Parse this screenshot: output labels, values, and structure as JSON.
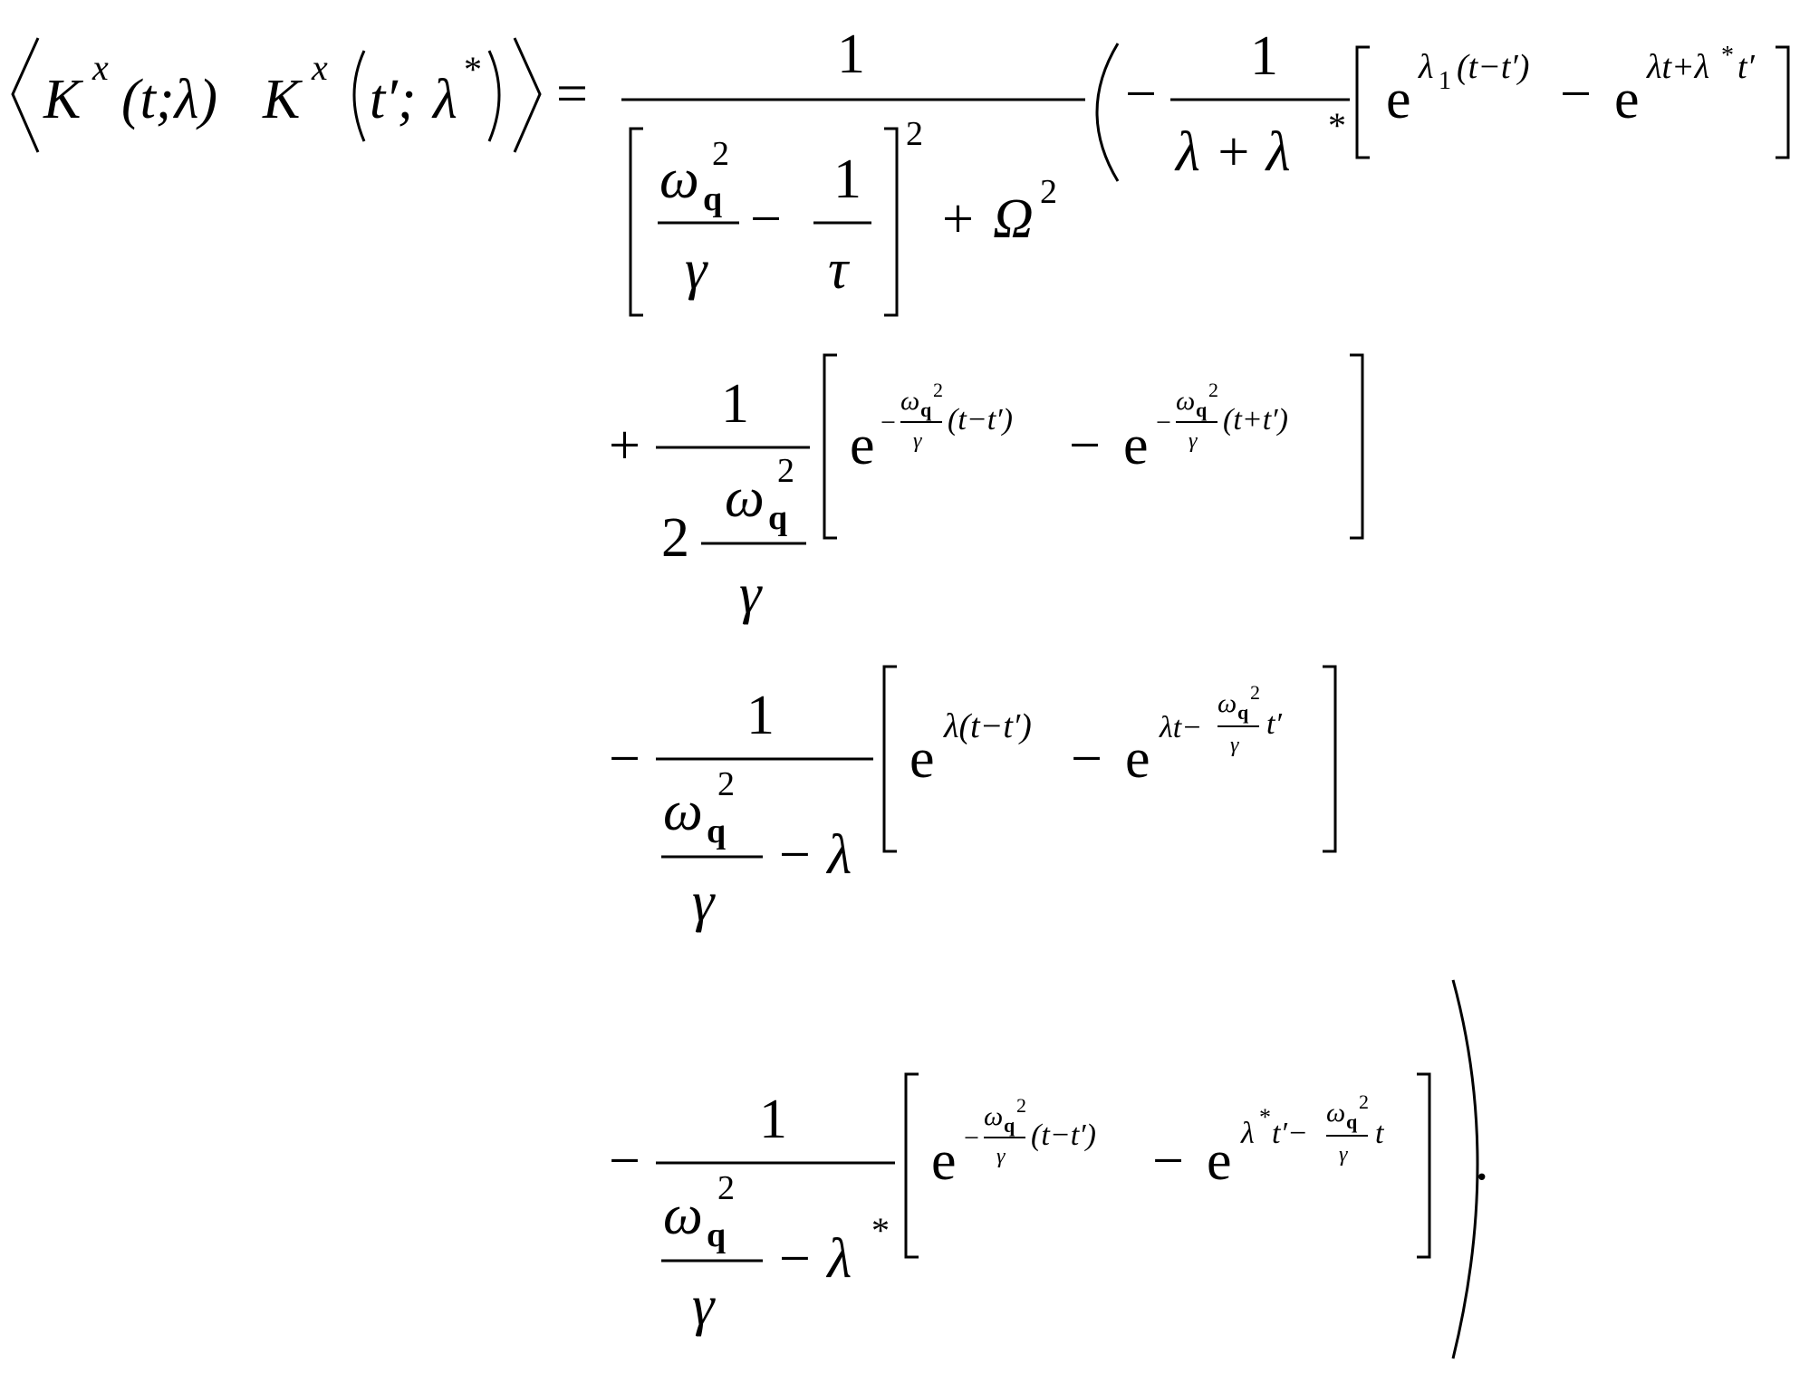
{
  "equation": {
    "lhs": {
      "K": "K",
      "x": "x",
      "arg1": "(t;λ)",
      "arg2_t": "t′;",
      "lambda": "λ",
      "star": "*",
      "eq": "="
    },
    "prefactor": {
      "numerator": "1",
      "omega": "ω",
      "q": "q",
      "two": "2",
      "gamma": "γ",
      "minus": "−",
      "one": "1",
      "tau": "τ",
      "outer_exp": "2",
      "plus": "+",
      "Omega": "Ω",
      "Omega_exp": "2"
    },
    "term1": {
      "sign": "−",
      "numerator": "1",
      "denominator": "λ + λ",
      "star": "*",
      "e": "e",
      "exp_a_lambda": "λ",
      "exp_a_sub": "1",
      "exp_a_rest": "(t−t′)",
      "minus": "−",
      "exp_b_1": "λt+λ",
      "exp_b_star": "*",
      "exp_b_2": "t′"
    },
    "term2": {
      "sign": "+",
      "numerator": "1",
      "two": "2",
      "e": "e",
      "exp_a_tail": "(t−t′)",
      "minus": "−",
      "exp_b_tail": "(t+t′)"
    },
    "term3": {
      "sign": "−",
      "numerator": "1",
      "minus_lambda": "− λ",
      "e": "e",
      "exp_a": "λ(t−t′)",
      "minus": "−",
      "exp_b_head": "λt−",
      "exp_b_tail": "t′"
    },
    "term4": {
      "sign": "−",
      "numerator": "1",
      "minus_lambda": "− λ",
      "star": "*",
      "e": "e",
      "exp_a_tail": "(t−t′)",
      "minus": "−",
      "exp_b_head": "λ",
      "exp_b_star": "*",
      "exp_b_mid": "t′−",
      "exp_b_tail": "t",
      "period": "."
    }
  }
}
